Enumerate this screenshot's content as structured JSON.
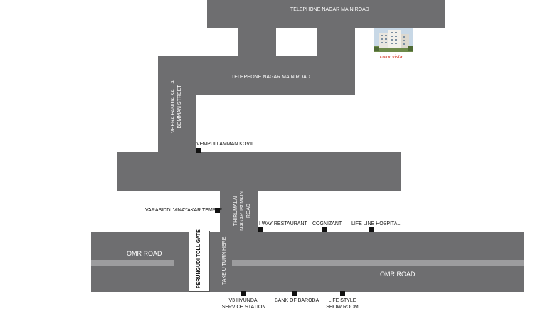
{
  "colors": {
    "road": "#6e6e70",
    "lane_divider": "#9c9c9e",
    "road_text": "#ffffff",
    "marker": "#111111",
    "brand": "#d2301e"
  },
  "roads": {
    "telephone_nagar_top": "TELEPHONE NAGAR MAIN ROAD",
    "telephone_nagar_middle": "TELEPHONE NAGAR MAIN ROAD",
    "veera_pandia": "VEERA PANDIA KATTA BOMMAN STREET",
    "thirumalai_nagar": "THIRUMALAI NAGAR 1st MAIN ROAD",
    "omr_left": "OMR ROAD",
    "omr_right": "OMR ROAD",
    "u_turn": "TAKE U TURN HERE"
  },
  "toll_gate": "PERUNGUDI TOLL GATE",
  "landmarks": {
    "vempuli": "VEMPULI AMMAN KOVIL",
    "varasiddi": "VARASIDDI VINAYAKAR TEMPLE",
    "iway": "I WAY RESTAURANT",
    "cognizant": "COGNIZANT",
    "lifeline": "LIFE LINE HOSPITAL",
    "v3_line1": "V3 HYUNDAI",
    "v3_line2": "SERVICE STATION",
    "baroda": "BANK OF BARODA",
    "lifestyle_line1": "LIFE STYLE",
    "lifestyle_line2": "SHOW ROOM"
  },
  "destination": {
    "name": "color vista",
    "icon": "apartment-building-icon"
  }
}
